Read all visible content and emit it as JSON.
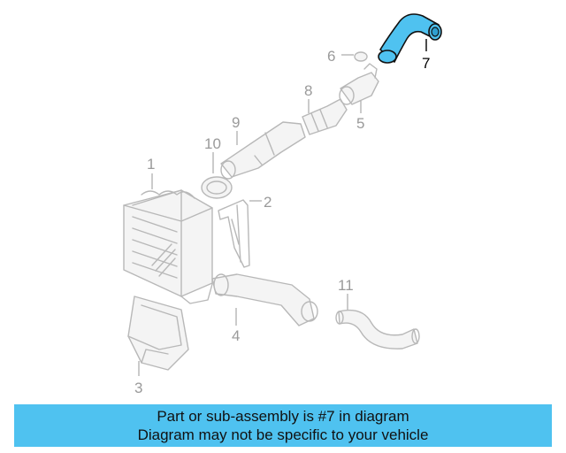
{
  "callouts": {
    "p1": "1",
    "p2": "2",
    "p3": "3",
    "p4": "4",
    "p5": "5",
    "p6": "6",
    "p7": "7",
    "p8": "8",
    "p9": "9",
    "p10": "10",
    "p11": "11"
  },
  "highlight_color": "#4fc2f0",
  "banner": {
    "line1": "Part or sub-assembly is #7 in diagram",
    "line2": "Diagram may not be specific to your vehicle"
  }
}
